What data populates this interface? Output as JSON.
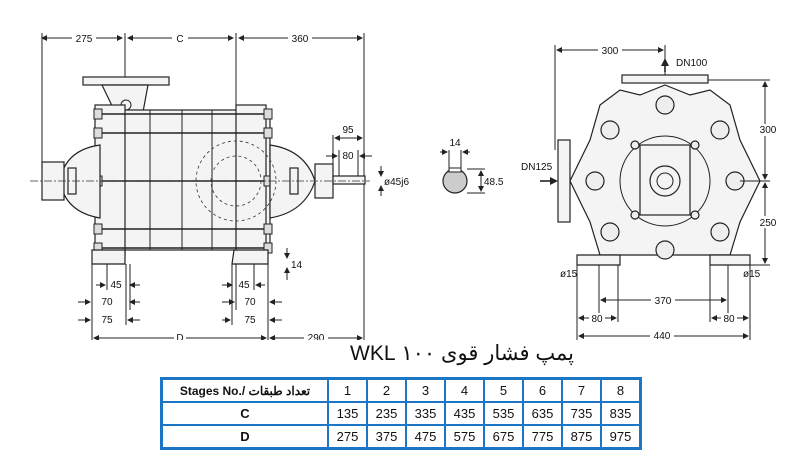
{
  "title": "پمپ فشار قوی ۱۰۰ WKL",
  "side_view": {
    "dim_275": "275",
    "dim_c": "C",
    "dim_360": "360",
    "dim_95": "95",
    "dim_80": "80",
    "dim_shaft": "ø45j6",
    "dim_14": "14",
    "dim_45_left": "45",
    "dim_70_left": "70",
    "dim_75_left": "75",
    "dim_45_right": "45",
    "dim_70_right": "70",
    "dim_75_right": "75",
    "dim_d": "D",
    "dim_290": "290"
  },
  "shaft_section": {
    "dim_14": "14",
    "dim_48_5": "48.5"
  },
  "front_view": {
    "dim_300_top": "300",
    "outlet": "DN100",
    "inlet": "DN125",
    "dim_300_right": "300",
    "dim_250": "250",
    "hole_left": "ø15",
    "hole_right": "ø15",
    "dim_370": "370",
    "dim_80_left": "80",
    "dim_80_right": "80",
    "dim_440": "440"
  },
  "table": {
    "header_label": "Stages No./ تعداد طبقات",
    "stages": [
      "1",
      "2",
      "3",
      "4",
      "5",
      "6",
      "7",
      "8"
    ],
    "rows": [
      {
        "label": "C",
        "values": [
          "135",
          "235",
          "335",
          "435",
          "535",
          "635",
          "735",
          "835"
        ]
      },
      {
        "label": "D",
        "values": [
          "275",
          "375",
          "475",
          "575",
          "675",
          "775",
          "875",
          "975"
        ]
      }
    ]
  },
  "colors": {
    "table_border": "#1b77c5"
  }
}
